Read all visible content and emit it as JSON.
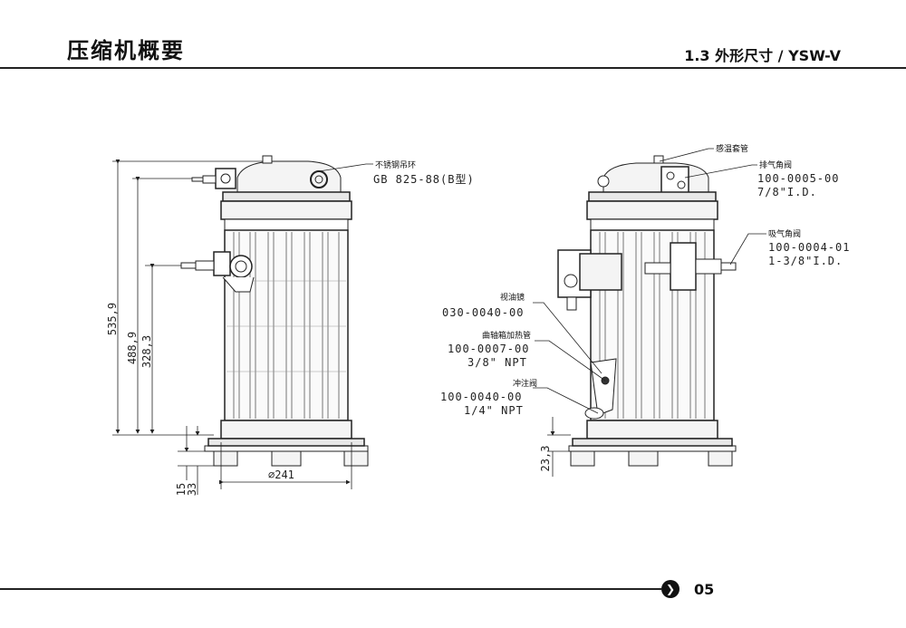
{
  "header": {
    "title": "压缩机概要",
    "section": "1.3 外形尺寸 / YSW-V"
  },
  "footer": {
    "page_number": "05",
    "nav_icon": "chevron-right-circle-icon"
  },
  "left_view": {
    "dimensions": {
      "overall_height": "535,9",
      "suction_height": "488,9",
      "discharge_height": "328,3",
      "base_15": "15",
      "base_33": "33",
      "diameter": "∅241"
    },
    "callouts": {
      "lifting_ring_cn": "不锈钢吊环",
      "lifting_ring_code": "GB 825-88(B型)"
    }
  },
  "right_view": {
    "dimensions": {
      "base_height": "23,3"
    },
    "callouts": {
      "sensor_tube_cn": "感温套管",
      "discharge_valve_cn": "排气角阀",
      "discharge_valve_code": "100-0005-00",
      "discharge_valve_size": "7/8\"I.D.",
      "suction_valve_cn": "吸气角阀",
      "suction_valve_code": "100-0004-01",
      "suction_valve_size": "1-3/8\"I.D.",
      "sight_glass_cn": "视油镜",
      "sight_glass_code": "030-0040-00",
      "heater_cn": "曲轴箱加热管",
      "heater_code": "100-0007-00",
      "heater_size": "3/8\" NPT",
      "flush_valve_cn": "冲注阀",
      "flush_valve_code": "100-0040-00",
      "flush_valve_size": "1/4\" NPT"
    }
  }
}
